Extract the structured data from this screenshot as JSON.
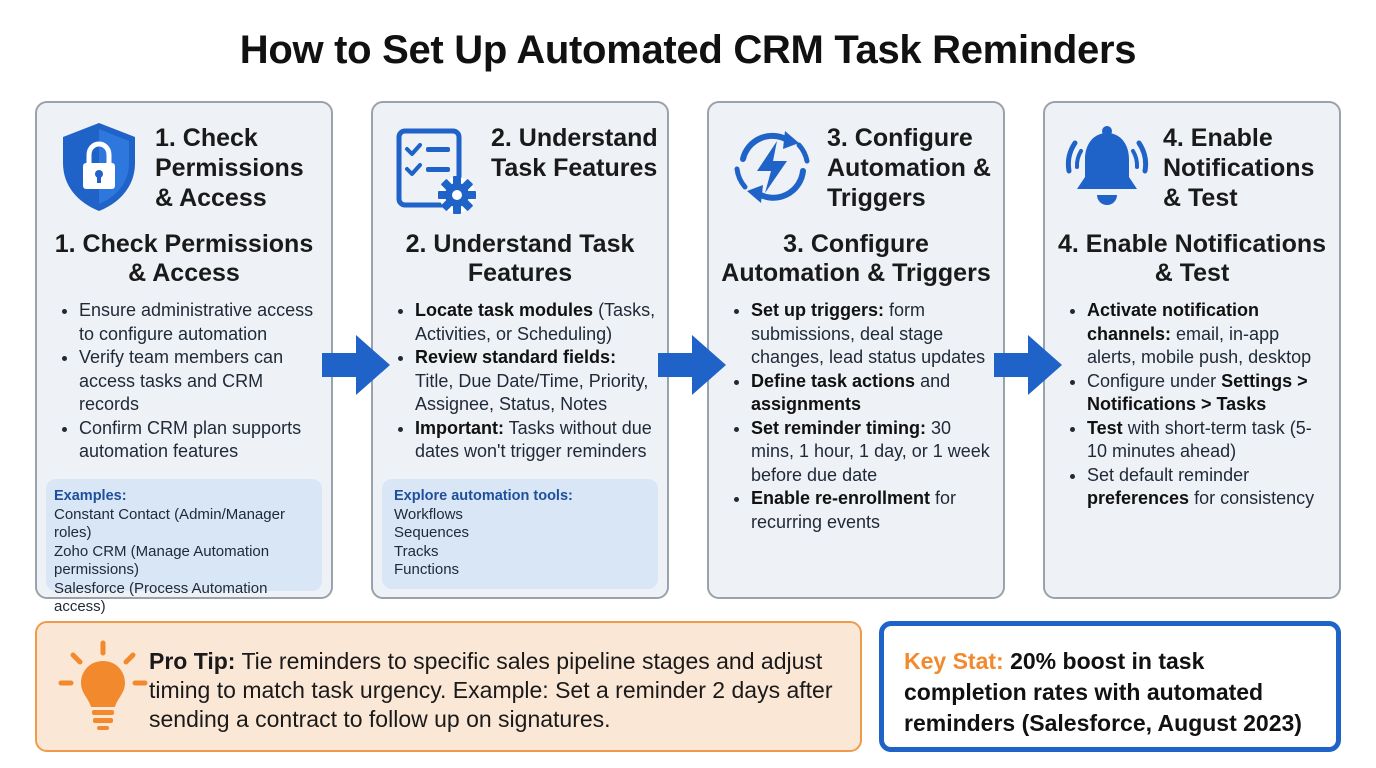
{
  "title": "How to Set Up Automated CRM Task Reminders",
  "colors": {
    "accent_blue": "#1f63c9",
    "card_bg": "#eef1f5",
    "card_border": "#9aa2ad",
    "example_bg": "#d9e6f6",
    "tip_bg": "#fbe7d6",
    "tip_border": "#f09a4c",
    "stat_label": "#f28a2d"
  },
  "steps": [
    {
      "icon": "shield-lock-icon",
      "head_label": "1. Check Permissions & Access",
      "sub_title": "1. Check Permissions & Access",
      "bullets": [
        {
          "bold": "",
          "text": "Ensure administrative access to configure automation"
        },
        {
          "bold": "",
          "text": "Verify team members can access tasks and CRM records"
        },
        {
          "bold": "",
          "text": "Confirm CRM plan supports automation features"
        }
      ],
      "box_title": "Examples:",
      "box_lines": [
        "Constant Contact (Admin/Manager roles)",
        "Zoho CRM (Manage Automation permissions)",
        "Salesforce (Process Automation access)"
      ]
    },
    {
      "icon": "checklist-gear-icon",
      "head_label": "2. Understand Task Features",
      "sub_title": "2. Understand Task Features",
      "bullets": [
        {
          "bold": "Locate task modules",
          "text": " (Tasks, Activities, or Scheduling)"
        },
        {
          "bold": "Review standard fields:",
          "text": " Title, Due Date/Time, Priority, Assignee, Status, Notes"
        },
        {
          "bold": "Important:",
          "text": " Tasks without due dates won't trigger reminders"
        }
      ],
      "box_title": "Explore automation tools:",
      "box_lines": [
        "Workflows",
        "Sequences",
        "Tracks",
        "Functions"
      ]
    },
    {
      "icon": "lightning-cycle-icon",
      "head_label": "3. Configure Automation & Triggers",
      "sub_title": "3. Configure Automation & Triggers",
      "bullets": [
        {
          "bold": "Set up triggers:",
          "text": " form submissions, deal stage changes, lead status updates"
        },
        {
          "bold": "Define task actions",
          "text": " and ",
          "bold2": "assignments"
        },
        {
          "bold": "Set reminder timing:",
          "text": " 30 mins, 1 hour, 1 day, or 1 week before due date"
        },
        {
          "bold": "Enable re-enrollment",
          "text": " for recurring events"
        }
      ]
    },
    {
      "icon": "bell-ringing-icon",
      "head_label": "4. Enable Notifications & Test",
      "sub_title": "4. Enable Notifications & Test",
      "bullets": [
        {
          "bold": "Activate notification channels:",
          "text": " email, in-app alerts, mobile push, desktop"
        },
        {
          "text": "Configure under ",
          "bold_after": "Settings > Notifications > Tasks"
        },
        {
          "bold": "Test",
          "text": " with short-term task (5-10 minutes ahead)"
        },
        {
          "text": "Set default reminder ",
          "bold_after": "preferences",
          "tail": " for consistency"
        }
      ]
    }
  ],
  "pro_tip": {
    "icon": "lightbulb-icon",
    "label": "Pro Tip:",
    "text": " Tie reminders to specific sales pipeline stages and adjust timing to match task urgency. Example: Set a reminder 2 days after sending a contract to follow up on signatures."
  },
  "key_stat": {
    "label": "Key Stat:",
    "text": " 20% boost in task completion rates with automated reminders (Salesforce, August 2023)"
  }
}
